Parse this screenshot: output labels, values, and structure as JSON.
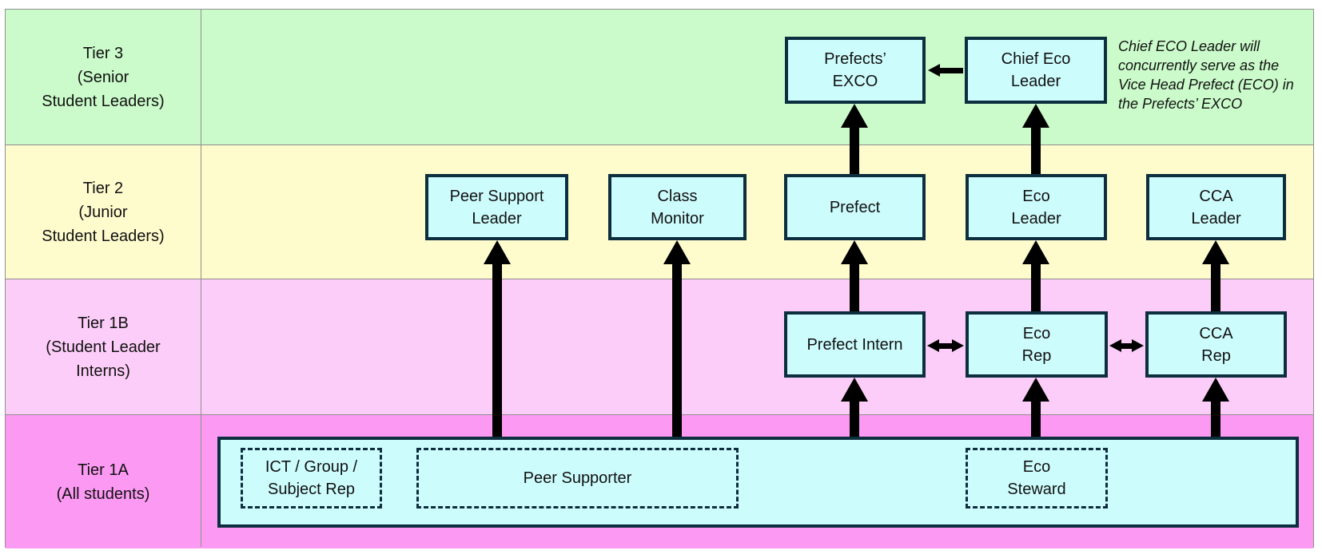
{
  "title": "Student leadership tier structure diagram",
  "rows": [
    {
      "id": "tier3",
      "label": "Tier 3\n(Senior\nStudent Leaders)"
    },
    {
      "id": "tier2",
      "label": "Tier 2\n(Junior\nStudent Leaders)"
    },
    {
      "id": "tier1b",
      "label": "Tier 1B\n(Student Leader\nInterns)"
    },
    {
      "id": "tier1a",
      "label": "Tier 1A\n(All students)"
    }
  ],
  "boxes": {
    "prefects_exco": "Prefects’\nEXCO",
    "chief_eco_leader": "Chief Eco\nLeader",
    "peer_support_leader": "Peer Support\nLeader",
    "class_monitor": "Class\nMonitor",
    "prefect": "Prefect",
    "eco_leader": "Eco\nLeader",
    "cca_leader": "CCA\nLeader",
    "prefect_intern": "Prefect Intern",
    "eco_rep": "Eco\nRep",
    "cca_rep": "CCA\nRep",
    "ict_group_subject_rep": "ICT / Group /\nSubject Rep",
    "peer_supporter": "Peer Supporter",
    "eco_steward": "Eco\nSteward"
  },
  "note": "Chief ECO Leader will\nconcurrently serve as the\nVice Head Prefect (ECO) in\nthe Prefects’ EXCO",
  "connections": [
    {
      "from": "tier1a_all_students",
      "to": "peer_support_leader",
      "type": "arrow-up"
    },
    {
      "from": "tier1a_all_students",
      "to": "class_monitor",
      "type": "arrow-up"
    },
    {
      "from": "tier1a_all_students",
      "to": "prefect_intern",
      "type": "arrow-up"
    },
    {
      "from": "tier1a_all_students",
      "to": "eco_rep",
      "type": "arrow-up"
    },
    {
      "from": "tier1a_all_students",
      "to": "cca_rep",
      "type": "arrow-up"
    },
    {
      "from": "prefect_intern",
      "to": "prefect",
      "type": "arrow-up"
    },
    {
      "from": "eco_rep",
      "to": "eco_leader",
      "type": "arrow-up"
    },
    {
      "from": "cca_rep",
      "to": "cca_leader",
      "type": "arrow-up"
    },
    {
      "from": "prefect",
      "to": "prefects_exco",
      "type": "arrow-up"
    },
    {
      "from": "eco_leader",
      "to": "chief_eco_leader",
      "type": "arrow-up"
    },
    {
      "from": "chief_eco_leader",
      "to": "prefects_exco",
      "type": "arrow-left"
    },
    {
      "from": "prefect_intern",
      "to": "eco_rep",
      "type": "arrow-double"
    },
    {
      "from": "eco_rep",
      "to": "cca_rep",
      "type": "arrow-double"
    }
  ],
  "colors": {
    "tier3_bg": "#cbfbcb",
    "tier2_bg": "#fefbcd",
    "tier1b_bg": "#fccdf8",
    "tier1a_bg": "#fc99f3",
    "node_fill": "#cdfcfd",
    "node_border": "#0d2e3e",
    "arrow": "#000000",
    "grid_line": "#8f8f8f",
    "text": "#111111"
  }
}
